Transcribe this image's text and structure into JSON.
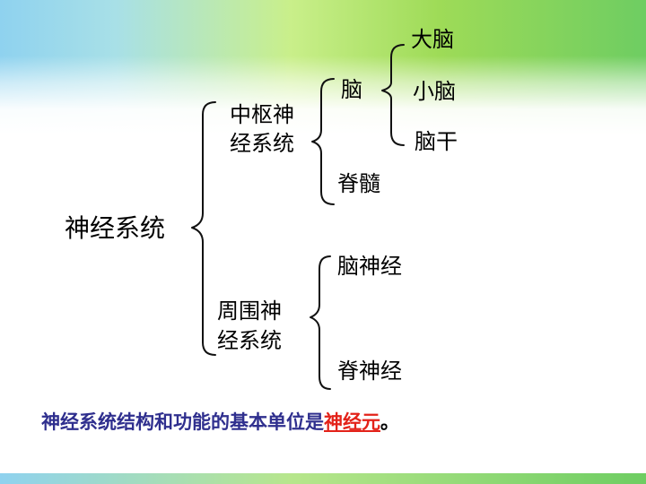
{
  "diagram": {
    "root": "神经系统",
    "branches": [
      {
        "label_line1": "中枢神",
        "label_line2": "经系统",
        "children": [
          {
            "label": "脑",
            "children": [
              "大脑",
              "小脑",
              "脑干"
            ]
          },
          {
            "label": "脊髓"
          }
        ]
      },
      {
        "label_line1": "周围神",
        "label_line2": "经系统",
        "children": [
          {
            "label": "脑神经"
          },
          {
            "label": "脊神经"
          }
        ]
      }
    ]
  },
  "footer": {
    "text_prefix": "神经系统结构和功能的基本单位是",
    "highlight": "神经元",
    "suffix": "。"
  },
  "colors": {
    "text": "#000000",
    "footer_text": "#2f2f8e",
    "highlight": "#e32219"
  }
}
